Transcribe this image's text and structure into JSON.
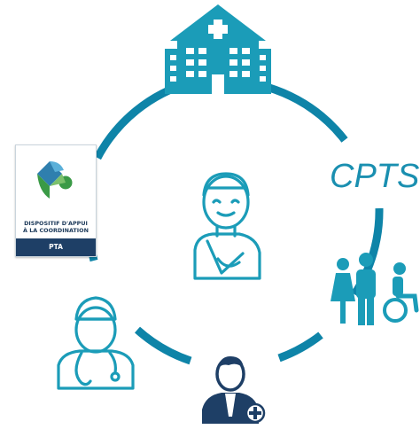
{
  "cpts_label": "CPTS",
  "pta_badge": {
    "line1": "DISPOSITIF D'APPUI",
    "line2": "À LA COORDINATION",
    "footer": "PTA"
  },
  "icons": [
    "hospital-icon",
    "injured-patient-icon",
    "family-wheelchair-icon",
    "doctor-with-plus-icon",
    "nurse-stethoscope-icon",
    "pta-logo-icon"
  ],
  "colors": {
    "ring": "#0e84a8",
    "icon": "#1b9cb8",
    "text": "#1a8fb0",
    "badge_dark": "#1e3f66",
    "logo_green": "#3a9a46"
  }
}
